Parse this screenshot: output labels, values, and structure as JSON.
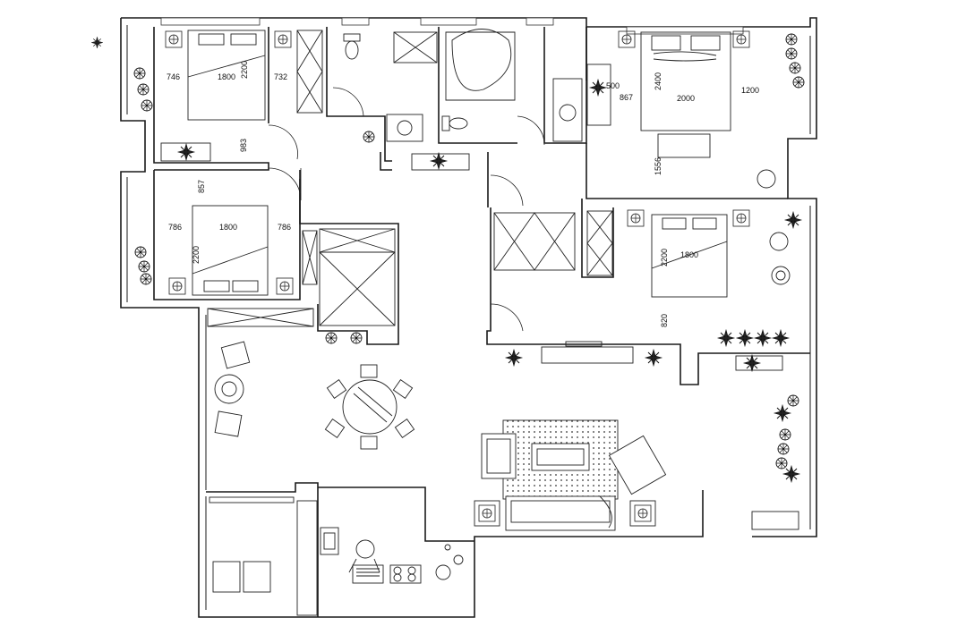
{
  "dimensions": {
    "bedroom_nw_left_gap": "746",
    "bedroom_nw_bed_width": "1800",
    "bedroom_nw_right_gap": "732",
    "bedroom_nw_bed_length": "2200",
    "bedroom_nw_depth": "983",
    "bedroom_w_top_gap": "857",
    "bedroom_w_left_gap": "786",
    "bedroom_w_bed_width": "1800",
    "bedroom_w_right_gap": "786",
    "bedroom_w_bed_length": "2200",
    "bedroom_ne_bed_length": "2400",
    "bedroom_ne_top_dim": "500",
    "bedroom_ne_side_dim": "867",
    "bedroom_ne_bed_width": "2000",
    "bedroom_ne_right_gap": "1200",
    "bedroom_ne_depth": "1556",
    "bedroom_e_bed_length": "2200",
    "bedroom_e_bed_width": "1800",
    "bedroom_e_bottom_gap": "820"
  }
}
